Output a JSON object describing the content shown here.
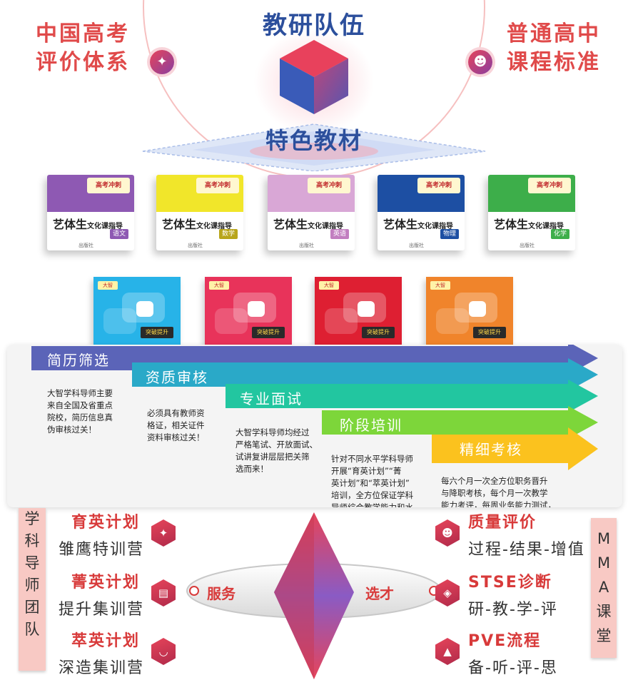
{
  "top": {
    "team_title": "教研队伍",
    "left_lines": [
      "中国高考",
      "评价体系"
    ],
    "right_lines": [
      "普通高中",
      "课程标准"
    ],
    "material_title": "特色教材",
    "left_icon": "bulb-icon",
    "right_icon": "people-icon"
  },
  "books_row1": [
    {
      "band": "#8e59b3",
      "subject": "语文",
      "subject_color": "#8e59b3"
    },
    {
      "band": "#f1e62a",
      "subject": "数学",
      "subject_color": "#b8a51a"
    },
    {
      "band": "#d9a7d6",
      "subject": "英语",
      "subject_color": "#c27ec0"
    },
    {
      "band": "#1d4fa3",
      "subject": "物理",
      "subject_color": "#1d4fa3"
    },
    {
      "band": "#3dae4a",
      "subject": "化学",
      "subject_color": "#3dae4a"
    }
  ],
  "book_common": {
    "title_main": "艺体生",
    "title_rest": "文化课指导",
    "logo": "高考冲刺",
    "publisher": "出版社"
  },
  "books_row2": [
    {
      "color": "#27b3e8",
      "tag": "大智",
      "label": "突破提升"
    },
    {
      "color": "#e8335a",
      "tag": "大智",
      "label": "突破提升"
    },
    {
      "color": "#de1f32",
      "tag": "大智",
      "label": "突破提升"
    },
    {
      "color": "#f0842b",
      "tag": "大智",
      "label": "突破提升"
    }
  ],
  "steps": [
    {
      "label": "简历筛选",
      "color": "#5b64b8",
      "desc": [
        "大智学科导师主要",
        "来自全国及省重点",
        "院校，简历信息真",
        "伪审核过关！"
      ]
    },
    {
      "label": "资质审核",
      "color": "#2aa9c8",
      "desc": [
        "必须具有教师资",
        "格证，相关证件",
        "资料审核过关！"
      ]
    },
    {
      "label": "专业面试",
      "color": "#22c6a0",
      "desc": [
        "大智学科导师均经过",
        "严格笔试、开放面试、",
        "试讲复讲层层把关筛",
        "选而来！"
      ]
    },
    {
      "label": "阶段培训",
      "color": "#7dd63a",
      "desc": [
        "针对不同水平学科导师",
        "开展“育英计划”“菁",
        "英计划”和“萃英计划”",
        "培训，全方位保证学科",
        "导师综合教学能力和水"
      ]
    },
    {
      "label": "精细考核",
      "color": "#fbc21e",
      "desc": [
        "每六个月一次全方位职务晋升",
        "与降职考核，每个月一次教学",
        "能力考评，每周业务能力测试，"
      ]
    }
  ],
  "bottom": {
    "left_vertical": [
      "学",
      "科",
      "导",
      "师",
      "团",
      "队"
    ],
    "right_vertical": [
      "M",
      "M",
      "A",
      "课",
      "堂"
    ],
    "left_plans": [
      {
        "title": "育英计划",
        "sub": "雏鹰特训营",
        "icon": "bulb-icon"
      },
      {
        "title": "菁英计划",
        "sub": "提升集训营",
        "icon": "clipboard-icon"
      },
      {
        "title": "萃英计划",
        "sub": "深造集训营",
        "icon": "cup-icon"
      }
    ],
    "right_plans": [
      {
        "title": "质量评价",
        "sub": "过程-结果-增值",
        "icon": "people-icon"
      },
      {
        "title": "STSE诊断",
        "sub": "研-教-学-评",
        "icon": "badge-icon"
      },
      {
        "title": "PVE流程",
        "sub": "备-听-评-思",
        "icon": "cap-icon"
      }
    ],
    "left_pill": "服务",
    "right_pill": "选才"
  }
}
